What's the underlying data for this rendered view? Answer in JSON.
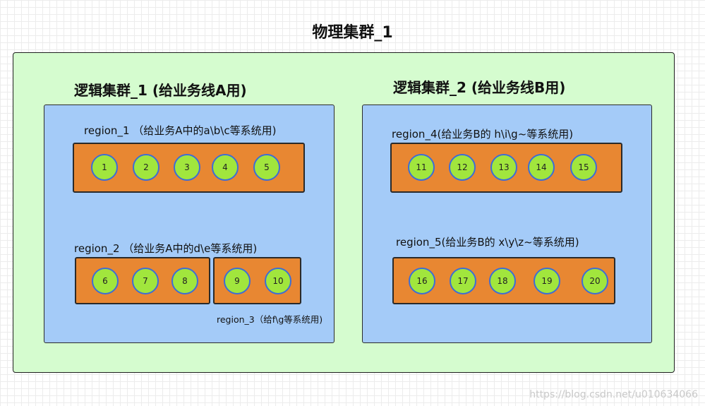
{
  "title": "物理集群_1",
  "logical_clusters": [
    {
      "title": "逻辑集群_1 (给业务线A用)",
      "region_labels": [
        "region_1 （给业务A中的a\\b\\c等系统用)",
        "region_2 （给业务A中的d\\e等系统用)",
        "region_3（给f\\g等系统用)"
      ]
    },
    {
      "title": "逻辑集群_2 (给业务线B用)",
      "region_labels": [
        "region_4(给业务B的 h\\i\\g~等系统用)",
        "region_5(给业务B的 x\\y\\z~等系统用)"
      ]
    }
  ],
  "nodes": [
    "1",
    "2",
    "3",
    "4",
    "5",
    "6",
    "7",
    "8",
    "9",
    "10",
    "11",
    "12",
    "13",
    "14",
    "15",
    "16",
    "17",
    "18",
    "19",
    "20"
  ],
  "watermark": "https://blog.csdn.net/u010634066",
  "colors": {
    "physical_cluster": "#d5fccf",
    "logical_cluster": "#a4cbf8",
    "region": "#e88732",
    "node": "#a1e63d",
    "node_border": "#3c6dd6"
  }
}
